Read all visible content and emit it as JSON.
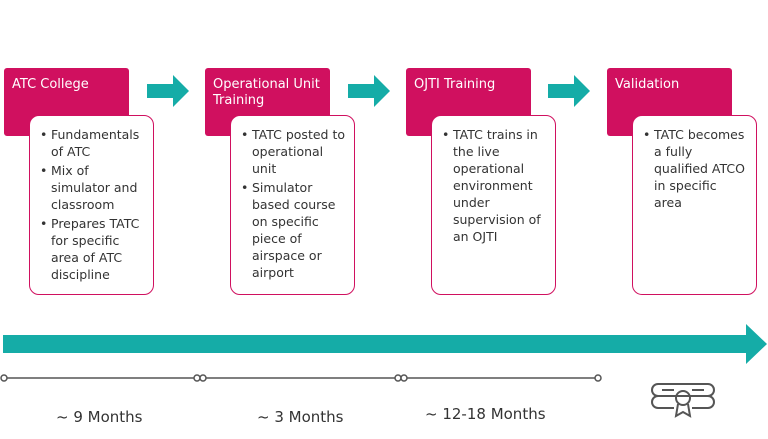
{
  "colors": {
    "accent": "#d0105f",
    "arrow": "#15aca7",
    "timeline": "#555555"
  },
  "stages": [
    {
      "title": "ATC College",
      "bullets": [
        "Fundamentals of ATC",
        "Mix of simulator and classroom",
        "Prepares TATC for specific area of ATC discipline"
      ]
    },
    {
      "title": "Operational Unit Training",
      "bullets": [
        "TATC posted to operational unit",
        "Simulator based course on specific piece of airspace or airport"
      ]
    },
    {
      "title": "OJTI Training",
      "bullets": [
        "TATC trains in the live operational environment under supervision of an OJTI"
      ]
    },
    {
      "title": "Validation",
      "bullets": [
        "TATC becomes a fully qualified ATCO in specific area"
      ]
    }
  ],
  "durations": [
    "~ 9 Months",
    "~ 3 Months",
    "~ 12-18 Months"
  ],
  "icons": {
    "certificate": "certificate-icon"
  }
}
